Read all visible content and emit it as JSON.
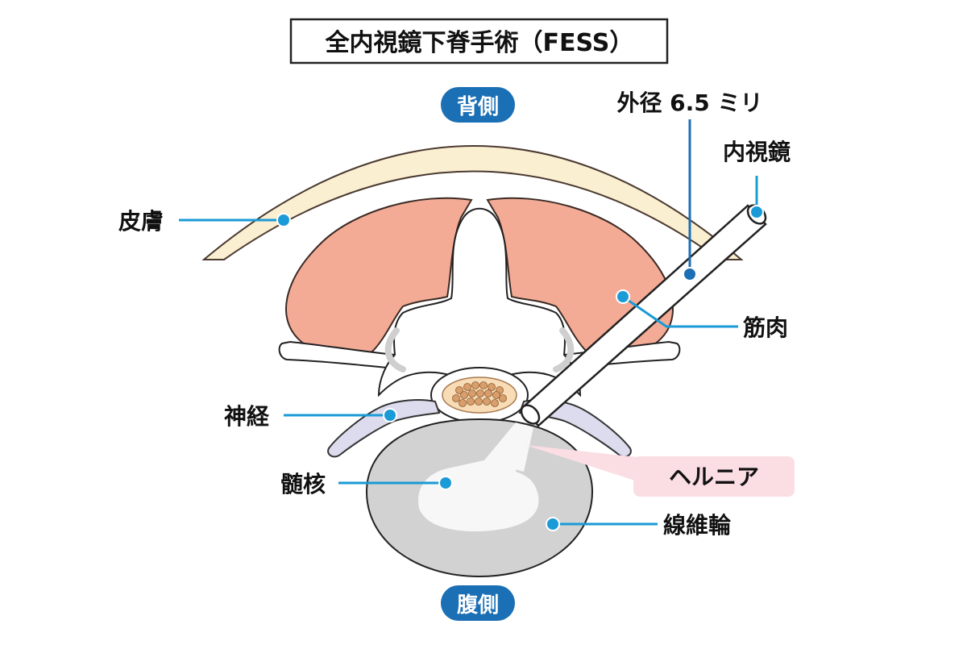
{
  "title": "全内視鏡下脊手術（FESS）",
  "orientation": {
    "top": "背側",
    "bottom": "腹側"
  },
  "measure": "外径 6.5 ミリ",
  "labels": {
    "endoscope": "内視鏡",
    "skin": "皮膚",
    "muscle": "筋肉",
    "nerve": "神経",
    "hernia": "ヘルニア",
    "nucleus": "髄核",
    "annulus": "線維輪"
  },
  "colors": {
    "pill": "#1b6fb5",
    "leader": "#1a9ad6",
    "skin": "#fbefd2",
    "muscle": "#f4ab96",
    "disc": "#d2d2d2",
    "nerve": "#dcdcee",
    "hernia_label": "#fbdde4",
    "cord": "#e6b48c"
  }
}
